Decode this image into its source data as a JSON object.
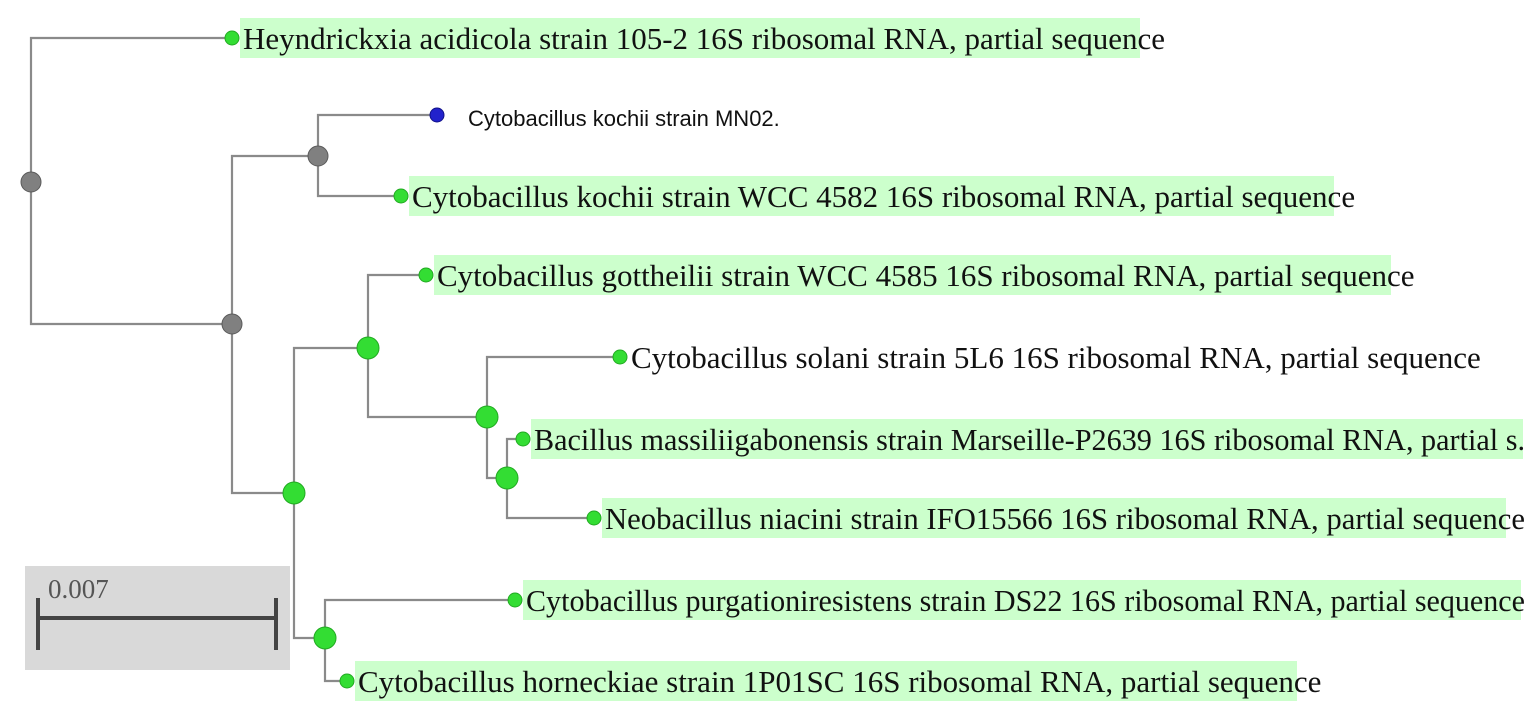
{
  "colors": {
    "branch": "#8a8a8a",
    "highlight": "#ccffcc",
    "node_green": "#33dd33",
    "node_gray": "#808080",
    "node_blue": "#2222cc",
    "scale_box": "#d9d9d9"
  },
  "scale_bar": {
    "label": "0.007"
  },
  "leaves": [
    {
      "id": "heyndrickxia",
      "label": "Heyndrickxia acidicola strain 105-2 16S ribosomal RNA, partial sequence",
      "highlight": true,
      "node": "green"
    },
    {
      "id": "kochii-mn02",
      "label": "Cytobacillus kochii strain MN02.",
      "highlight": false,
      "node": "blue"
    },
    {
      "id": "kochii-wcc4582",
      "label": "Cytobacillus kochii strain WCC 4582 16S ribosomal RNA, partial sequence",
      "highlight": true,
      "node": "green"
    },
    {
      "id": "gottheilii",
      "label": "Cytobacillus gottheilii strain WCC 4585 16S ribosomal RNA, partial sequence",
      "highlight": true,
      "node": "green"
    },
    {
      "id": "solani",
      "label": "Cytobacillus solani strain 5L6 16S ribosomal RNA, partial sequence",
      "highlight": false,
      "node": "green"
    },
    {
      "id": "massiliigabonensis",
      "label": "Bacillus massiliigabonensis strain Marseille-P2639 16S ribosomal RNA, partial s.",
      "highlight": true,
      "node": "green"
    },
    {
      "id": "niacini",
      "label": "Neobacillus niacini strain IFO15566 16S ribosomal RNA, partial sequence",
      "highlight": true,
      "node": "green"
    },
    {
      "id": "purgationiresistens",
      "label": "Cytobacillus purgationiresistens strain DS22 16S ribosomal RNA, partial sequence",
      "highlight": true,
      "node": "green"
    },
    {
      "id": "horneckiae",
      "label": "Cytobacillus horneckiae strain 1P01SC 16S ribosomal RNA, partial sequence",
      "highlight": true,
      "node": "green"
    }
  ]
}
